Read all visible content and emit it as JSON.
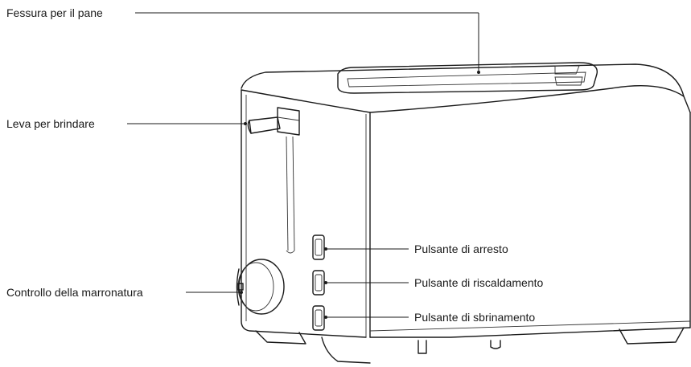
{
  "labels": {
    "bread_slot": "Fessura per il pane",
    "lever": "Leva per brindare",
    "browning_control": "Controllo della marronatura",
    "stop_button": "Pulsante di arresto",
    "reheat_button": "Pulsante di riscaldamento",
    "defrost_button": "Pulsante di sbrinamento"
  },
  "colors": {
    "line": "#1a1a1a",
    "background": "#ffffff"
  }
}
